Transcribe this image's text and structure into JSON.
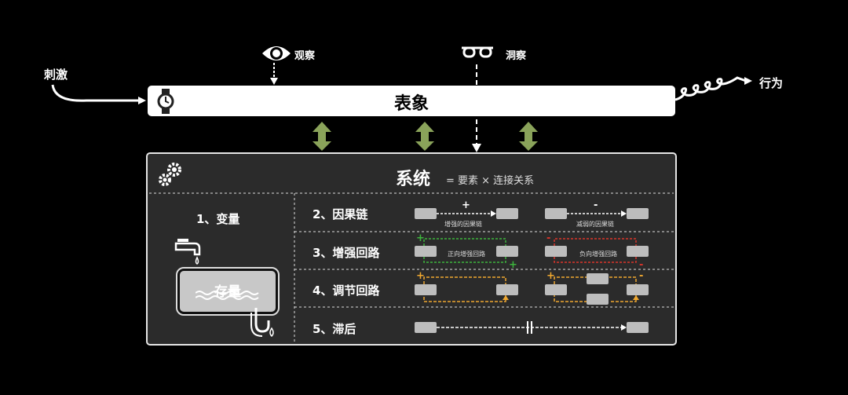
{
  "labels": {
    "stimulus": "刺激",
    "observe": "观察",
    "insight": "洞察",
    "behavior": "行为",
    "phenomenon": "表象",
    "system": "系统",
    "system_formula": "=  要素 × 连接关系",
    "stock": "存量"
  },
  "rows": [
    {
      "label": "1、变量"
    },
    {
      "label": "2、因果链",
      "left_caption": "增强的因果链",
      "right_caption": "减弱的因果链",
      "left_sign": "+",
      "right_sign": "-"
    },
    {
      "label": "3、增强回路",
      "left_caption": "正向增强回路",
      "right_caption": "负向增强回路"
    },
    {
      "label": "4、调节回路"
    },
    {
      "label": "5、滞后"
    }
  ],
  "loop_signs": {
    "plus": "+",
    "minus": "-"
  },
  "colors": {
    "background": "#000000",
    "panel": "#2b2b2b",
    "arrow_green": "#8aa35a",
    "reinforce_positive": "#3cb43c",
    "reinforce_negative": "#d9342b",
    "balancing": "#f0a830"
  },
  "icons": [
    "eye-icon",
    "glasses-icon",
    "watch-icon",
    "gears-icon",
    "faucet-icon",
    "drain-icon"
  ]
}
